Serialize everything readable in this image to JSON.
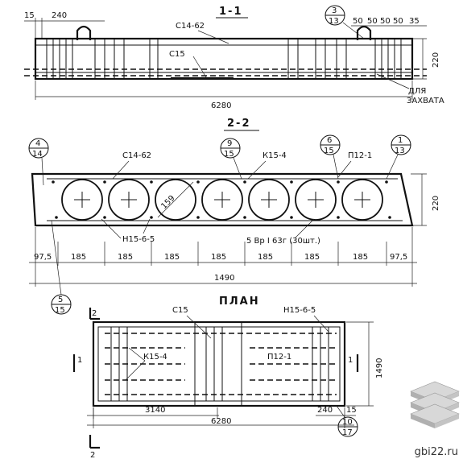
{
  "section_1_1": {
    "title": "1-1",
    "labels": {
      "c14": "С14-62",
      "c15": "С15",
      "grip": "ДЛЯ ЗАХВАТА"
    },
    "dims": {
      "d15": "15",
      "d240": "240",
      "d220": "220",
      "d6280": "6280",
      "d50a": "50",
      "d50b": "50",
      "d50c": "50",
      "d50d": "50",
      "d35": "35"
    },
    "callout": {
      "top": "3",
      "bottom": "13"
    }
  },
  "section_2_2": {
    "title": "2-2",
    "labels": {
      "c14": "С14-62",
      "k15": "К15-4",
      "p12": "П12-1",
      "h15": "Н15-6-5",
      "bars": "5 Вр I 63г (30шт.)",
      "dia": "159"
    },
    "dims": {
      "d220": "220",
      "d1490": "1490",
      "d975a": "97,5",
      "d975b": "97,5",
      "s1": "185",
      "s2": "185",
      "s3": "185",
      "s4": "185",
      "s5": "185",
      "s6": "185",
      "s7": "185"
    },
    "callouts": {
      "c4": {
        "top": "4",
        "bottom": "14"
      },
      "c9": {
        "top": "9",
        "bottom": "15"
      },
      "c6": {
        "top": "6",
        "bottom": "15"
      },
      "c1": {
        "top": "1",
        "bottom": "13"
      },
      "c5": {
        "top": "5",
        "bottom": "15"
      }
    }
  },
  "plan": {
    "title": "ПЛАН",
    "labels": {
      "c15": "С15",
      "h15": "Н15-6-5",
      "k15": "К15-4",
      "p12": "П12-1"
    },
    "dims": {
      "d3140": "3140",
      "d6280": "6280",
      "d240": "240",
      "d15": "15",
      "d1490": "1490"
    },
    "cut_marks": {
      "top": "2",
      "bottom": "2",
      "left": "1",
      "right": "1"
    },
    "callout": {
      "top": "10",
      "bottom": "17"
    }
  },
  "watermark": "gbi22.ru"
}
